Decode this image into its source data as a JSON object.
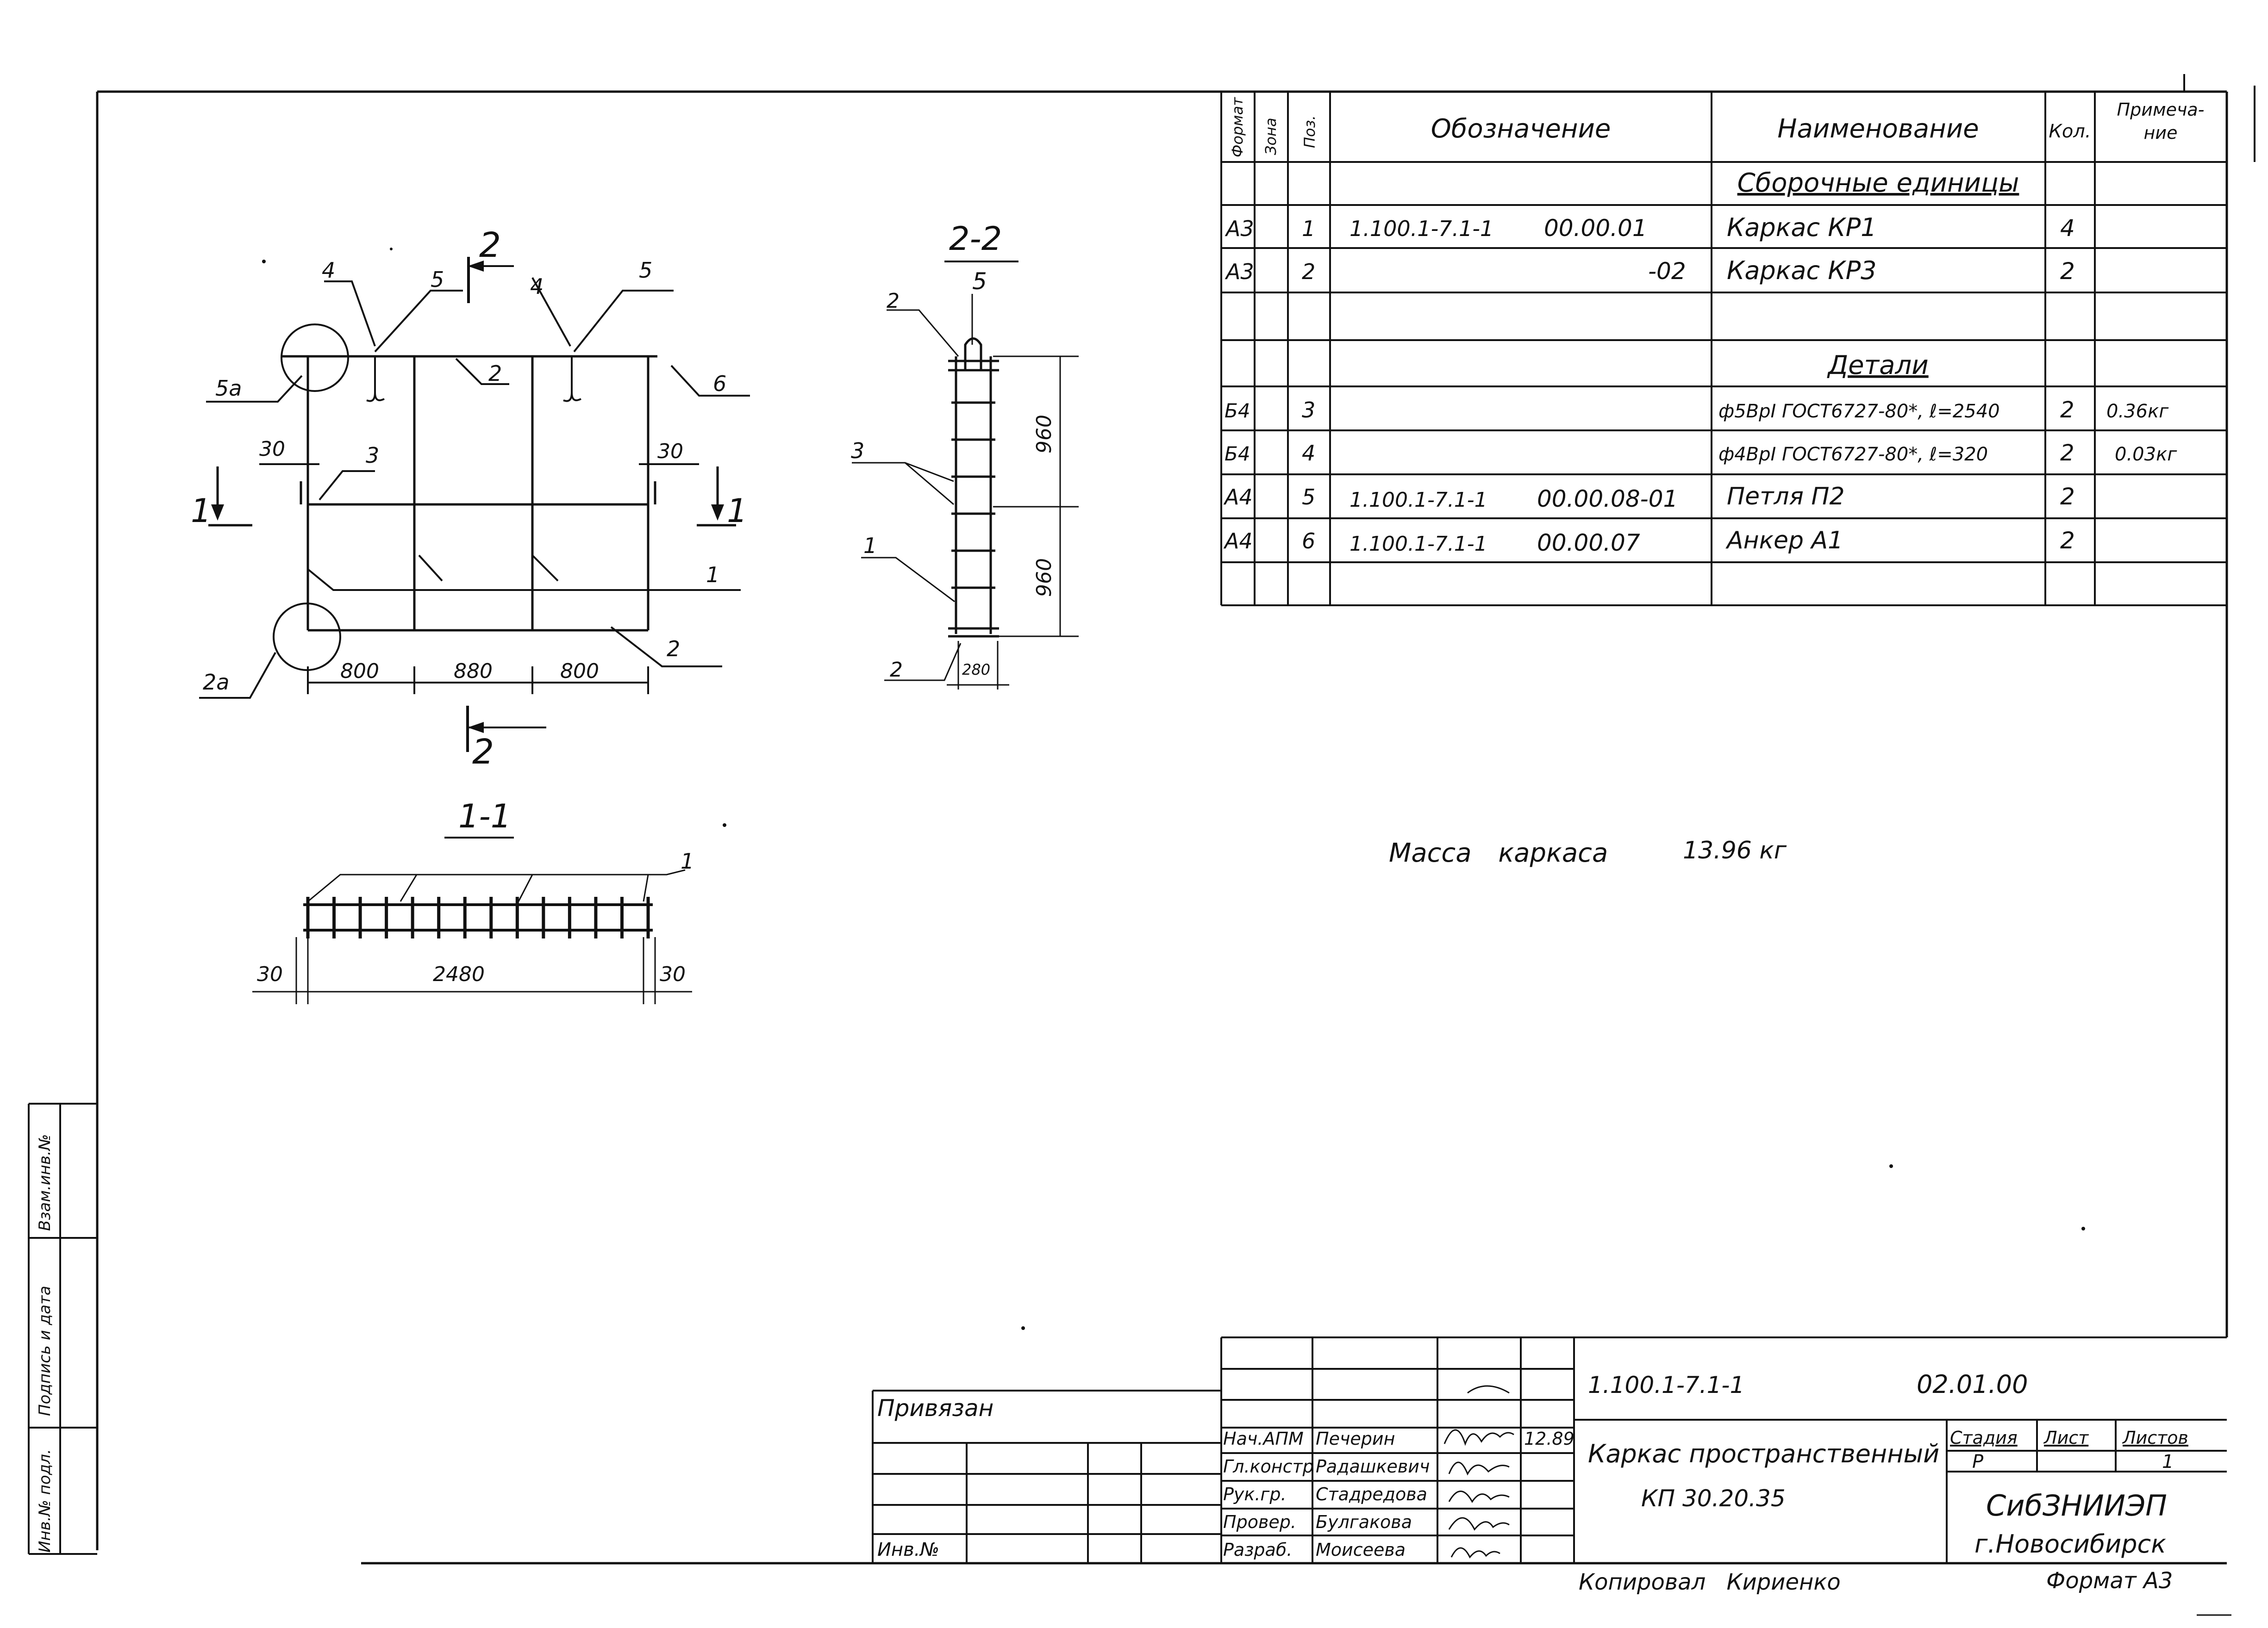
{
  "spec_table": {
    "headers": {
      "format": "Формат",
      "zone": "Зона",
      "pos": "Поз.",
      "designation": "Обозначение",
      "name": "Наименование",
      "qty": "Кол.",
      "note_1": "Примеча-",
      "note_2": "ние"
    },
    "section_assembly": "Сборочные единицы",
    "section_details": "Детали",
    "rows": [
      {
        "format": "А3",
        "pos": "1",
        "designation": "1.100.1-7.1-1",
        "code": "00.00.01",
        "name": "Каркас КР1",
        "qty": "4",
        "note": ""
      },
      {
        "format": "А3",
        "pos": "2",
        "designation": "",
        "code": "-02",
        "name": "Каркас КР3",
        "qty": "2",
        "note": ""
      },
      {
        "format": "Б4",
        "pos": "3",
        "designation": "",
        "code": "",
        "name": "ф5ВрI ГОСТ6727-80*, ℓ=2540",
        "qty": "2",
        "note": "0.36кг"
      },
      {
        "format": "Б4",
        "pos": "4",
        "designation": "",
        "code": "",
        "name": "ф4ВрI ГОСТ6727-80*, ℓ=320",
        "qty": "2",
        "note": "0.03кг"
      },
      {
        "format": "А4",
        "pos": "5",
        "designation": "1.100.1-7.1-1",
        "code": "00.00.08-01",
        "name": "Петля П2",
        "qty": "2",
        "note": ""
      },
      {
        "format": "А4",
        "pos": "6",
        "designation": "1.100.1-7.1-1",
        "code": "00.00.07",
        "name": "Анкер А1",
        "qty": "2",
        "note": ""
      }
    ]
  },
  "mass": {
    "label": "Масса каркаса",
    "value": "13.96 кг"
  },
  "plan": {
    "section_mark": "2",
    "section_arrow_1": "1",
    "leaders": [
      "4",
      "5",
      "4",
      "5",
      "5а",
      "6",
      "2",
      "30",
      "3",
      "30",
      "1",
      "2",
      "2а"
    ],
    "dims": [
      "800",
      "880",
      "800"
    ]
  },
  "section_2_2": {
    "title": "2-2",
    "sub": "5",
    "leaders": [
      "2",
      "3",
      "1",
      "2"
    ],
    "dims": [
      "960",
      "960",
      "280"
    ]
  },
  "section_1_1": {
    "title": "1-1",
    "leader": "1",
    "dims": [
      "30",
      "2480",
      "30"
    ]
  },
  "title_block": {
    "doc_code": "1.100.1-7.1-1",
    "doc_num": "02.01.00",
    "title_1": "Каркас пространственный",
    "title_2": "КП 30.20.35",
    "stage_label": "Стадия",
    "sheet_label": "Лист",
    "sheets_label": "Листов",
    "stage": "Р",
    "sheets": "1",
    "org_1": "СибЗНИИЭП",
    "org_2": "г.Новосибирск",
    "roles": [
      "Нач.АПМ",
      "Гл.констр",
      "Рук.гр.",
      "Провер.",
      "Разраб."
    ],
    "people": [
      "Печерин",
      "Радашкевич",
      "Стадредова",
      "Булгакова",
      "Моисеева"
    ],
    "date": "12.89"
  },
  "binding": {
    "label": "Привязан",
    "inv_label": "Инв.№"
  },
  "side_stamp": {
    "col_1": "Инв.№ подл.",
    "col_2": "Подпись и дата",
    "col_3": "Взам.инв.№"
  },
  "footer": {
    "copied": "Копировал Кириенко",
    "format": "Формат А3"
  }
}
